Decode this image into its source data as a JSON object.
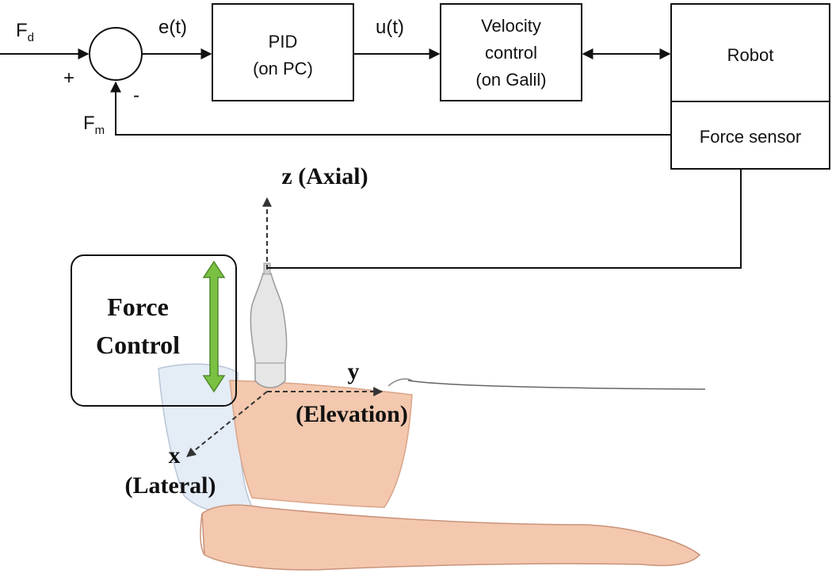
{
  "blocks": {
    "pid": [
      "PID",
      "(on PC)"
    ],
    "velocity": [
      "Velocity",
      "control",
      "(on Galil)"
    ],
    "robot": "Robot",
    "force_sensor": "Force sensor"
  },
  "signals": {
    "fd": {
      "main": "F",
      "sub": "d"
    },
    "fm": {
      "main": "F",
      "sub": "m"
    },
    "error": "e(t)",
    "control": "u(t)",
    "plus": "+",
    "minus": "-"
  },
  "axes": {
    "z": "z (Axial)",
    "y": "y",
    "y_name": "(Elevation)",
    "x": "x",
    "x_name": "(Lateral)"
  },
  "force_control": [
    "Force",
    "Control"
  ],
  "colors": {
    "line": "#111111",
    "force_arrow": "#7ac143",
    "skin": "#f3c8ae",
    "gown": "#e4ecf6",
    "probe": "#e6e6e6"
  }
}
